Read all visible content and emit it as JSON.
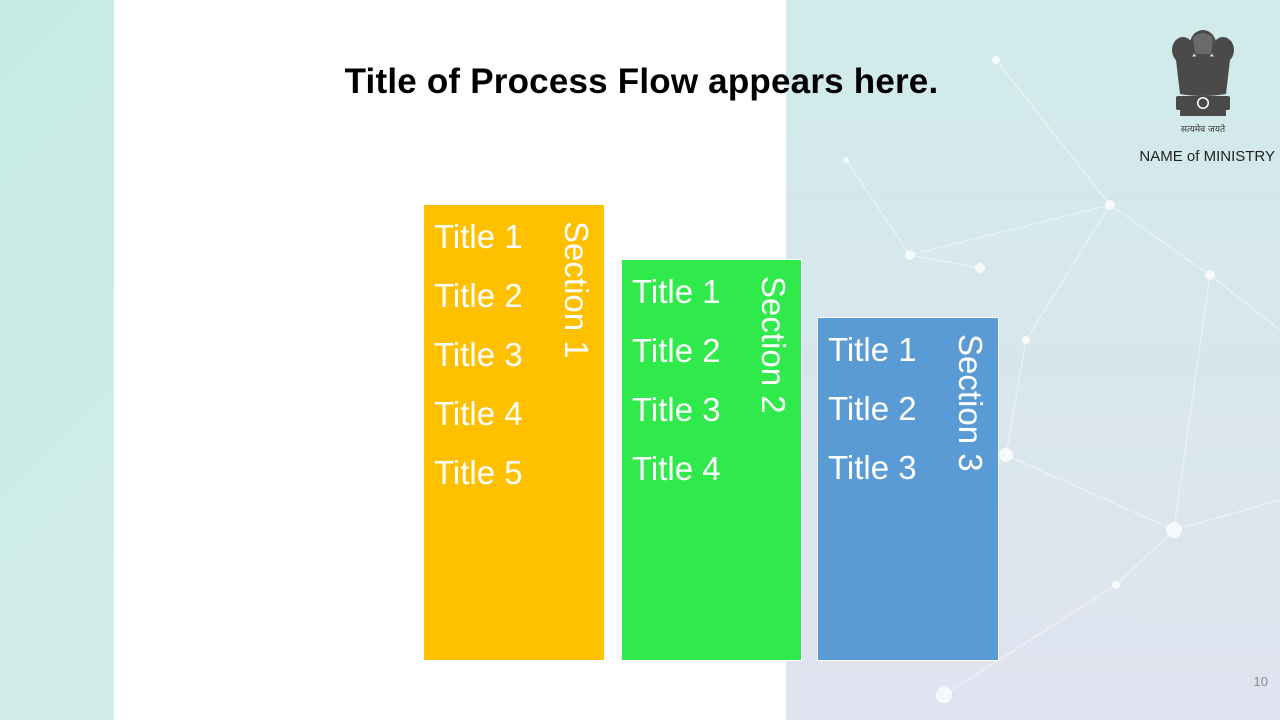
{
  "slide": {
    "title": "Title of Process Flow appears here.",
    "ministry": "NAME of MINISTRY",
    "page_number": "10"
  },
  "emblem": {
    "icon": "state-emblem-icon",
    "motto": "सत्यमेव जयते"
  },
  "sections": [
    {
      "label": "Section 1",
      "color": "#ffc000",
      "items": [
        "Title 1",
        "Title 2",
        "Title 3",
        "Title 4",
        "Title 5"
      ]
    },
    {
      "label": "Section 2",
      "color": "#30ea4b",
      "items": [
        "Title 1",
        "Title 2",
        "Title 3",
        "Title 4"
      ]
    },
    {
      "label": "Section 3",
      "color": "#5b9bd5",
      "items": [
        "Title 1",
        "Title 2",
        "Title 3"
      ]
    }
  ]
}
